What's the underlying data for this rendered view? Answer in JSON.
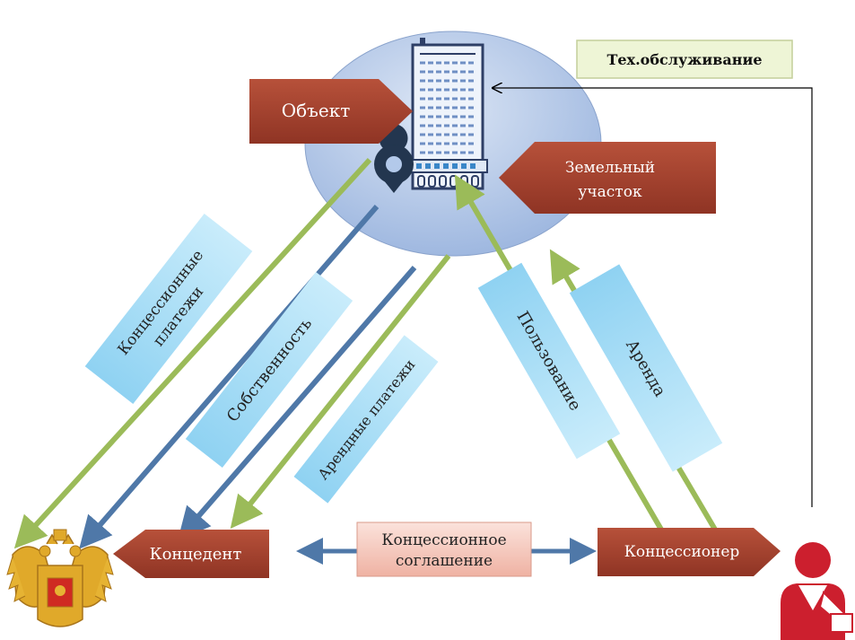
{
  "diagram": {
    "object_label": "Объект",
    "land_label_line1": "Земельный",
    "land_label_line2": "участок",
    "maintenance_label": "Тех.обслуживание",
    "concedent_label": "Концедент",
    "concessionaire_label": "Концессионер",
    "agreement_line1": "Концессионное",
    "agreement_line2": "соглашение",
    "concession_payments_line1": "Концессионные",
    "concession_payments_line2": "платежи",
    "ownership_label": "Собственность",
    "rent_payments_label": "Арендные платежи",
    "usage_label": "Пользование",
    "rent_label": "Аренда"
  },
  "icons": {
    "building": "building-icon",
    "location": "location-pin-icon",
    "emblem": "russian-coat-of-arms-icon",
    "person": "businessman-icon"
  },
  "colors": {
    "red_box": "#a8432e",
    "blue_box": "#a6dcf5",
    "pink_box": "#f3c2b6",
    "green_arrow": "#9bbb59",
    "blue_arrow": "#4f78a8",
    "circle_fill": "#b3c9ea",
    "maintenance_fill": "#eef5d6"
  }
}
